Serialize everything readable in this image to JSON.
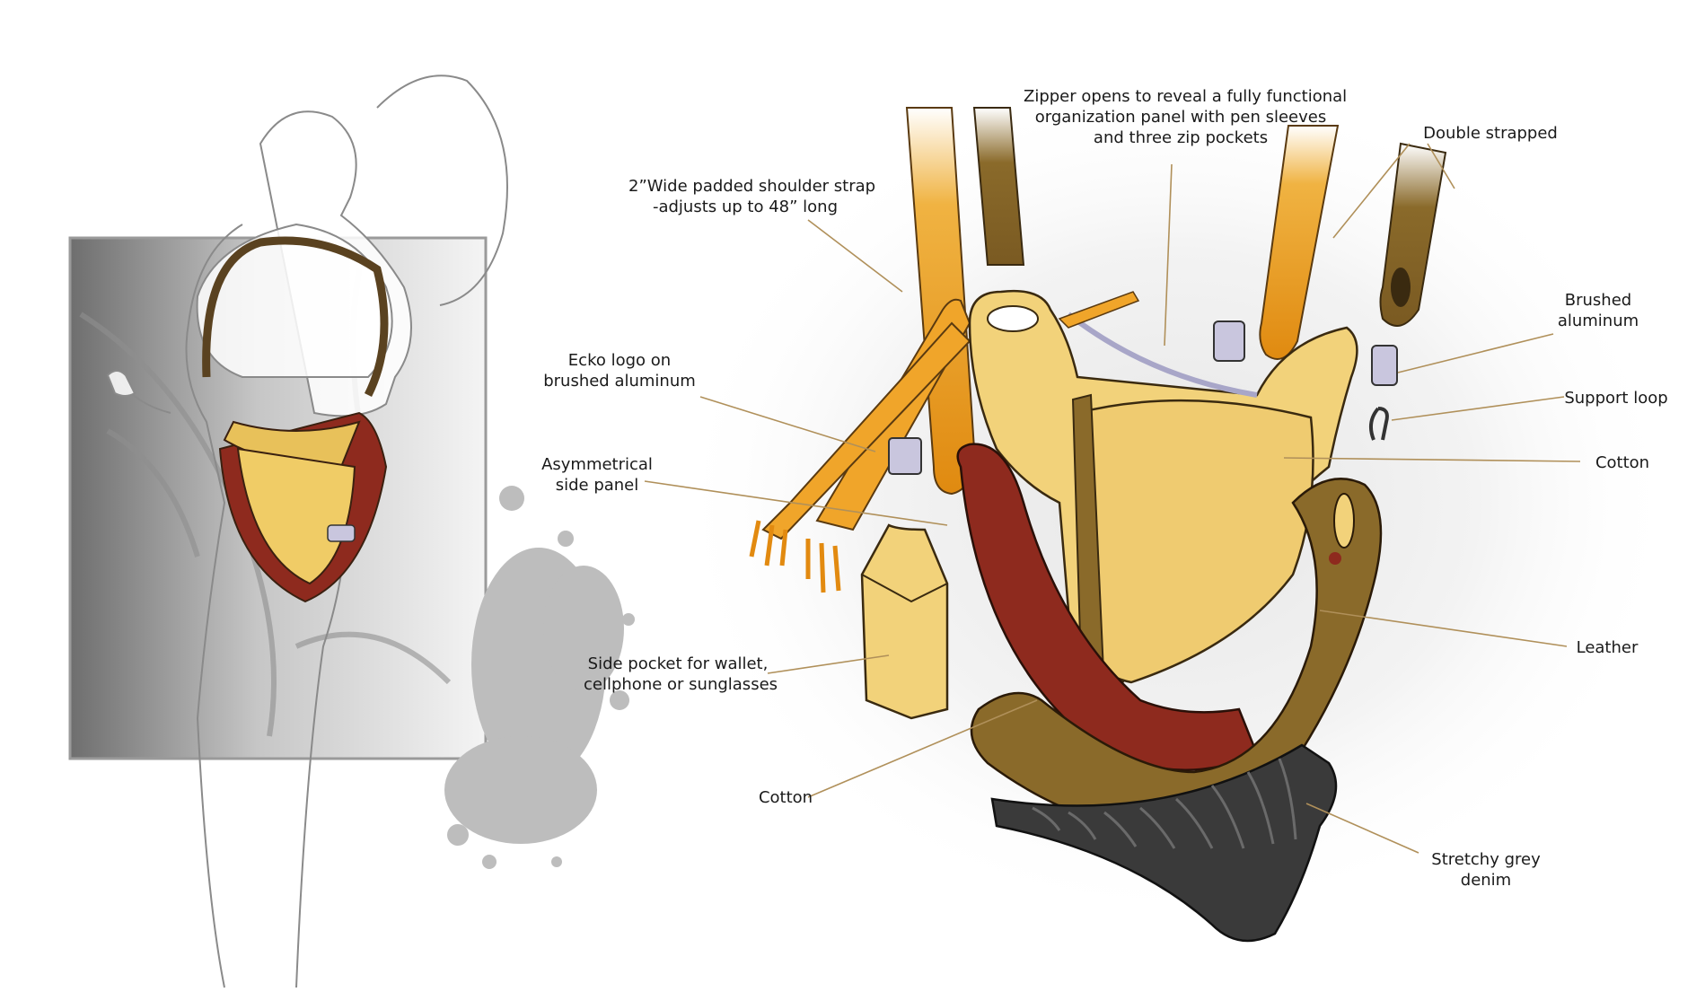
{
  "colors": {
    "strap_orange": "#e79a1c",
    "cotton_yellow": "#f2d27a",
    "leather_red": "#8e2a1e",
    "olive_brown": "#8a6a2a",
    "denim_grey": "#3a3a3a",
    "aluminum": "#c9c6de",
    "leader_line": "#b0905a",
    "splatter_grey": "#bdbdbd"
  },
  "annotations": {
    "zipper": [
      "Zipper opens to reveal a fully functional",
      "organization panel with pen sleeves",
      "and three zip pockets"
    ],
    "double_strapped": [
      "Double strapped"
    ],
    "shoulder_strap": [
      "2”Wide padded shoulder strap",
      "-adjusts up to 48” long"
    ],
    "brushed_aluminum": [
      "Brushed",
      "aluminum"
    ],
    "ecko_logo": [
      "Ecko logo on",
      "brushed aluminum"
    ],
    "support_loop": [
      "Support loop"
    ],
    "cotton_right": [
      "Cotton"
    ],
    "asymmetrical": [
      "Asymmetrical",
      "side panel"
    ],
    "leather": [
      "Leather"
    ],
    "side_pocket": [
      "Side pocket for wallet,",
      "cellphone or sunglasses"
    ],
    "cotton_bottom": [
      "Cotton"
    ],
    "denim": [
      "Stretchy grey",
      "denim"
    ]
  }
}
